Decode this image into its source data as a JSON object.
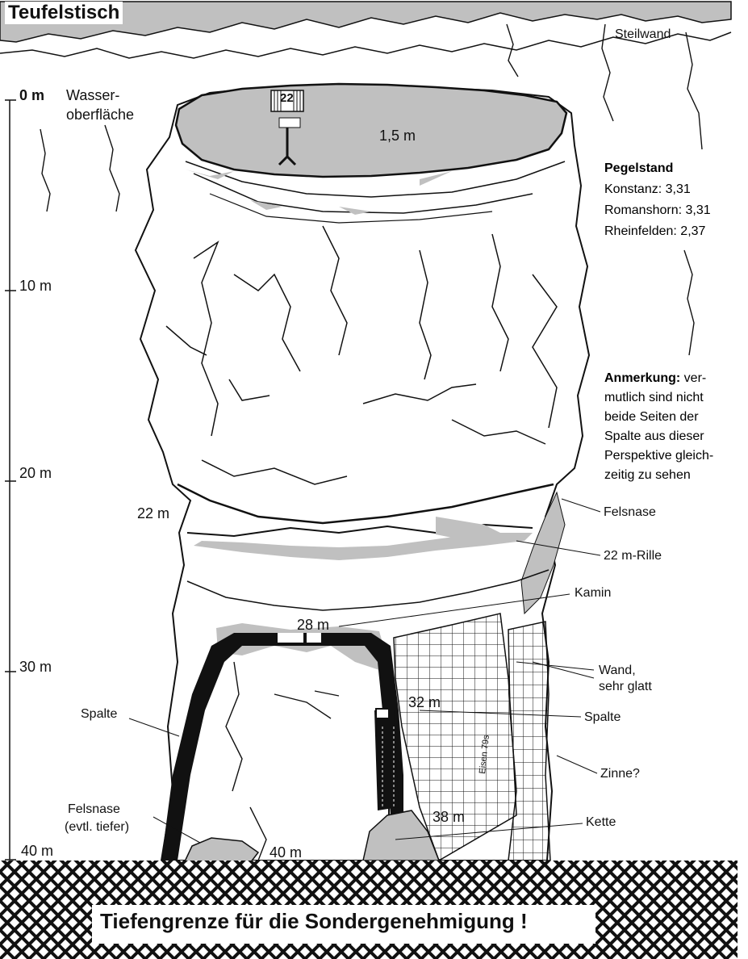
{
  "title": "Teufelstisch",
  "labels": {
    "steilwand": "Steilwand",
    "depth_0": "0 m",
    "water_surface_1": "Wasser-",
    "water_surface_2": "oberfläche",
    "top_depth": "1,5 m",
    "depth_10": "10 m",
    "depth_20": "20 m",
    "depth_22": "22 m",
    "depth_28": "28 m",
    "depth_30": "30 m",
    "depth_32": "32 m",
    "depth_38": "38 m",
    "depth_40_left": "40 m",
    "depth_40_mid": "40 m",
    "felsnase_right": "Felsnase",
    "rille": "22 m-Rille",
    "kamin": "Kamin",
    "wand_1": "Wand,",
    "wand_2": "sehr glatt",
    "spalte_right": "Spalte",
    "spalte_left": "Spalte",
    "zinne": "Zinne?",
    "kette": "Kette",
    "felsnase_left_1": "Felsnase",
    "felsnase_left_2": "(evtl. tiefer)",
    "eisen": "Eisen 79s",
    "sign_number": "22"
  },
  "gauge": {
    "heading": "Pegelstand",
    "konstanz": "Konstanz: 3,31",
    "romanshorn": "Romanshorn: 3,31",
    "rheinfelden": "Rheinfelden: 2,37"
  },
  "note": {
    "heading": "Anmerkung:",
    "line1_rest": " ver-",
    "line2": "mutlich sind nicht",
    "line3": "beide Seiten der",
    "line4": "Spalte aus dieser",
    "line5": "Perspektive gleich-",
    "line6": "zeitig zu sehen"
  },
  "banner": "Tiefengrenze für die Sondergenehmigung !",
  "colors": {
    "rock_gray": "#c0c0c0",
    "ink": "#111111",
    "background": "#ffffff"
  }
}
